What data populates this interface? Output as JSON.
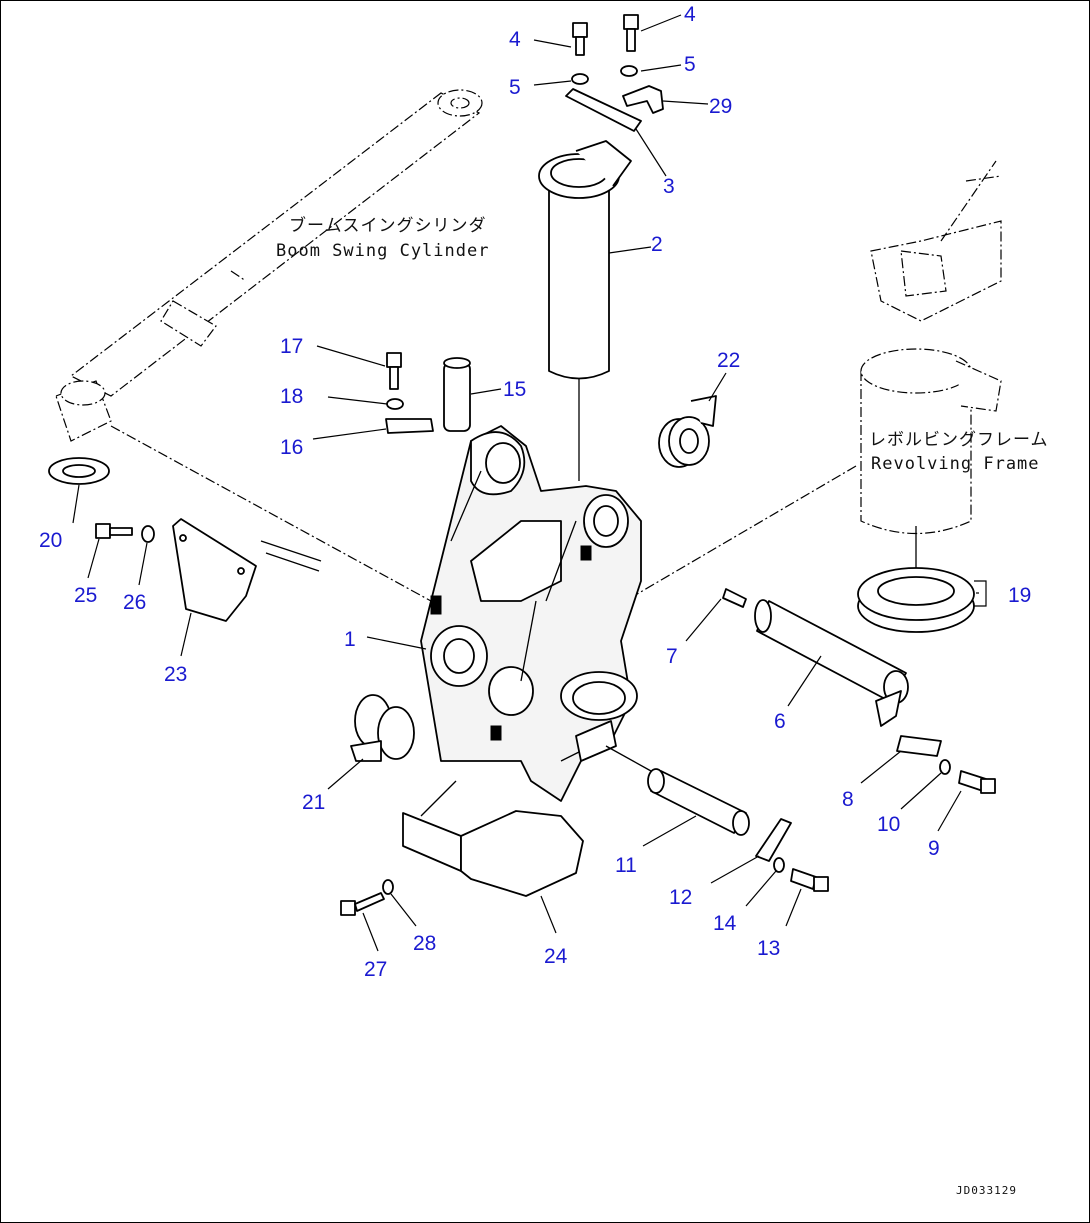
{
  "diagram": {
    "callouts": [
      {
        "id": "c1",
        "text": "1"
      },
      {
        "id": "c2",
        "text": "2"
      },
      {
        "id": "c3",
        "text": "3"
      },
      {
        "id": "c4a",
        "text": "4"
      },
      {
        "id": "c4b",
        "text": "4"
      },
      {
        "id": "c5a",
        "text": "5"
      },
      {
        "id": "c5b",
        "text": "5"
      },
      {
        "id": "c6",
        "text": "6"
      },
      {
        "id": "c7",
        "text": "7"
      },
      {
        "id": "c8",
        "text": "8"
      },
      {
        "id": "c9",
        "text": "9"
      },
      {
        "id": "c10",
        "text": "10"
      },
      {
        "id": "c11",
        "text": "11"
      },
      {
        "id": "c12",
        "text": "12"
      },
      {
        "id": "c13",
        "text": "13"
      },
      {
        "id": "c14",
        "text": "14"
      },
      {
        "id": "c15",
        "text": "15"
      },
      {
        "id": "c16",
        "text": "16"
      },
      {
        "id": "c17",
        "text": "17"
      },
      {
        "id": "c18",
        "text": "18"
      },
      {
        "id": "c19",
        "text": "19"
      },
      {
        "id": "c20",
        "text": "20"
      },
      {
        "id": "c21",
        "text": "21"
      },
      {
        "id": "c22",
        "text": "22"
      },
      {
        "id": "c23",
        "text": "23"
      },
      {
        "id": "c24",
        "text": "24"
      },
      {
        "id": "c25",
        "text": "25"
      },
      {
        "id": "c26",
        "text": "26"
      },
      {
        "id": "c27",
        "text": "27"
      },
      {
        "id": "c28",
        "text": "28"
      },
      {
        "id": "c29",
        "text": "29"
      }
    ],
    "notes": {
      "boom_swing_cylinder_jp": "ブームスイングシリンダ",
      "boom_swing_cylinder_en": "Boom Swing Cylinder",
      "revolving_frame_jp": "レボルビングフレーム",
      "revolving_frame_en": "Revolving Frame"
    },
    "figure_code": "JD033129",
    "colors": {
      "callout": "#1a1ad0",
      "line": "#000000",
      "background": "#ffffff"
    }
  }
}
